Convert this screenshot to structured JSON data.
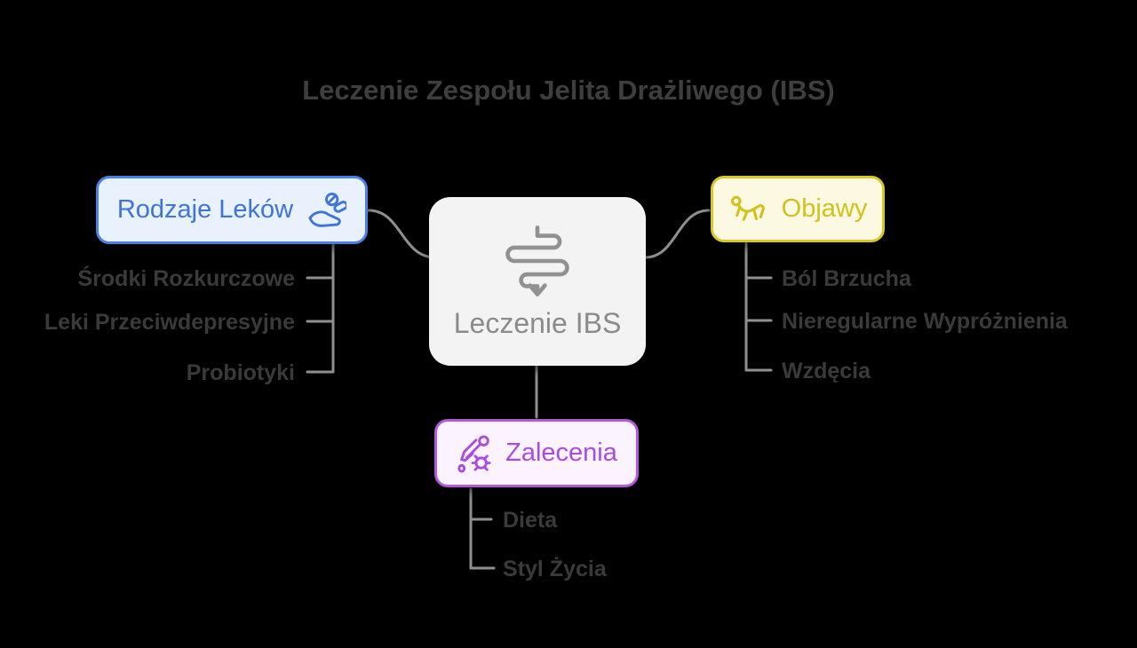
{
  "title": "Leczenie Zespołu Jelita Drażliwego (IBS)",
  "colors": {
    "background": "#000000",
    "title_text": "#3e3e3e",
    "child_text": "#3a3a3a",
    "connector": "#8f8f8f",
    "center_bg": "#f3f3f3",
    "center_text": "#8b8b8b",
    "blue_accent": "#3e74db",
    "yellow_accent": "#d3c01c",
    "purple_accent": "#ab4be0"
  },
  "center": {
    "label": "Leczenie IBS",
    "icon": "intestines-icon"
  },
  "branches": [
    {
      "label": "Rodzaje Leków",
      "icon": "hand-holding-pills-icon",
      "items": [
        "Środki Rozkurczowe",
        "Leki Przeciwdepresyjne",
        "Probiotyki"
      ]
    },
    {
      "label": "Objawy",
      "icon": "crawling-person-icon",
      "items": [
        "Ból Brzucha",
        "Nieregularne Wypróżnienia",
        "Wzdęcia"
      ]
    },
    {
      "label": "Zalecenia",
      "icon": "dropper-bug-icon",
      "items": [
        "Dieta",
        "Styl Życia"
      ]
    }
  ]
}
